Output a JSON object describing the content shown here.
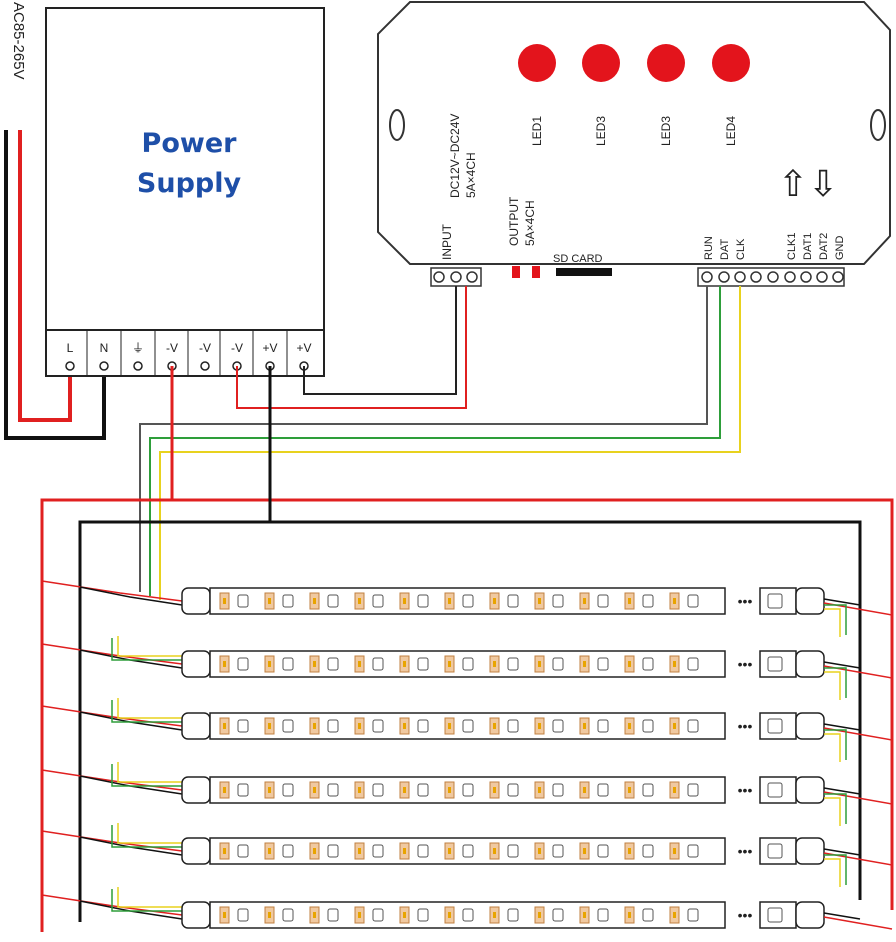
{
  "ac_label": "AC85-265V",
  "power_supply": {
    "title_line1": "Power",
    "title_line2": "Supply",
    "terminals": [
      "L",
      "N",
      "⏚",
      "-V",
      "-V",
      "-V",
      "+V",
      "+V"
    ]
  },
  "controller": {
    "voltage_line1": "DC12V~DC24V",
    "voltage_line2": "5A×4CH",
    "leds": [
      "LED1",
      "LED3",
      "LED3",
      "LED4"
    ],
    "input_label": "INPUT",
    "output_line1": "OUTPUT",
    "output_line2": "5A×4CH",
    "sd_card": "SD CARD",
    "left_signals": [
      "RUN",
      "DAT",
      "CLK"
    ],
    "right_signals": [
      "CLK1",
      "DAT1",
      "DAT2",
      "GND"
    ]
  },
  "strip_ellipsis": "•••",
  "colors": {
    "red_wire": "#e02020",
    "black_wire": "#111111",
    "green_wire": "#2e9e3a",
    "yellow_wire": "#e8d21e",
    "led_red": "#e3141c",
    "title_blue": "#1e4fa8"
  }
}
